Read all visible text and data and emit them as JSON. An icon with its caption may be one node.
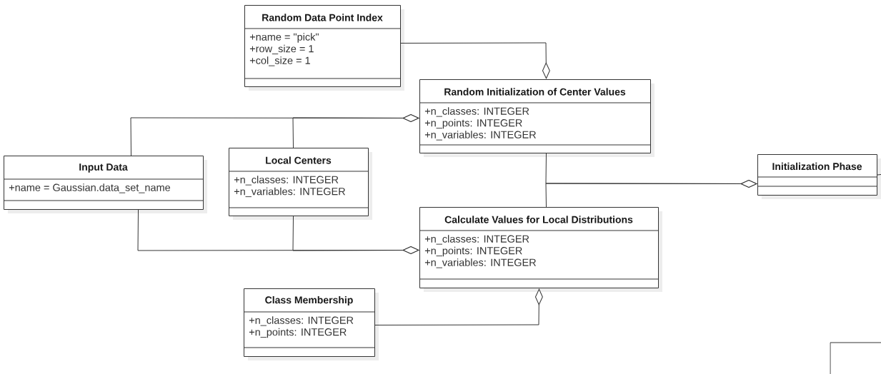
{
  "diagram": {
    "nodes": [
      {
        "text": [
          "Random Data Point Index",
          "+name = \"pick\"",
          "+row_size = 1",
          "+col_size = 1"
        ]
      },
      {
        "text": [
          "Random Initialization of Center Values",
          "+n_classes: INTEGER",
          "+n_points: INTEGER",
          "+n_variables: INTEGER"
        ]
      },
      {
        "text": [
          "Input Data",
          "+name = Gaussian.data_set_name"
        ]
      },
      {
        "text": [
          "Local Centers",
          "+n_classes: INTEGER",
          "+n_variables: INTEGER"
        ]
      },
      {
        "text": [
          "Initialization Phase"
        ]
      },
      {
        "text": [
          "Calculate Values for Local Distributions",
          "+n_classes: INTEGER",
          "+n_points: INTEGER",
          "+n_variables: INTEGER"
        ]
      },
      {
        "text": [
          "Class Membership",
          "+n_classes: INTEGER",
          "+n_points: INTEGER"
        ]
      },
      {
        "text": [],
        "shape": "box"
      }
    ],
    "edges": [
      {
        "from": 0,
        "to": 1,
        "arrow": "other"
      },
      {
        "from": 2,
        "to": 1,
        "arrow": "other"
      },
      {
        "from": 3,
        "to": 1,
        "arrow": "other"
      },
      {
        "from": 2,
        "to": 5,
        "arrow": "other"
      },
      {
        "from": 3,
        "to": 5,
        "arrow": "other"
      },
      {
        "from": 1,
        "to": 4,
        "arrow": "other"
      },
      {
        "from": 5,
        "to": 4,
        "arrow": "other"
      },
      {
        "from": 6,
        "to": 5,
        "arrow": "other"
      },
      {
        "from": 4,
        "to": null,
        "arrow": "none"
      }
    ]
  }
}
